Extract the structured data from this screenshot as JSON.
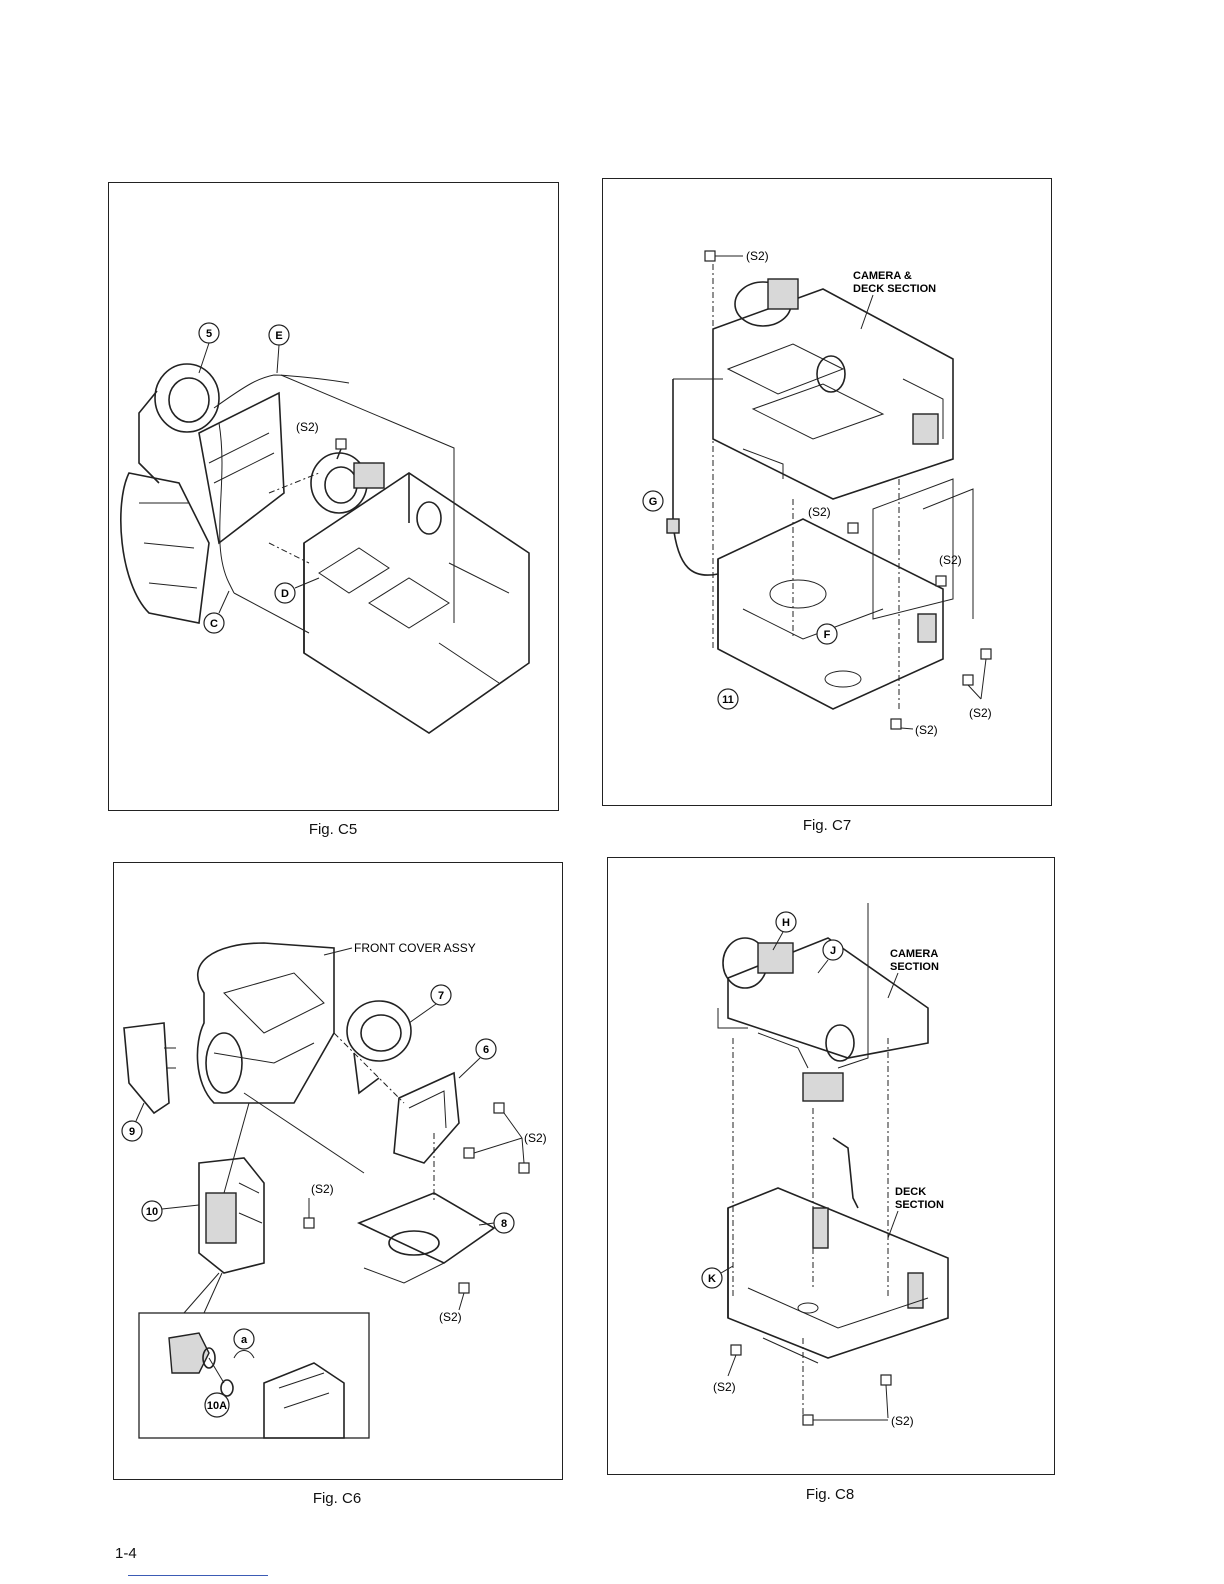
{
  "figures": {
    "c5": {
      "caption": "Fig. C5",
      "callouts": [
        "5",
        "E",
        "D",
        "C"
      ],
      "screw": "(S2)"
    },
    "c7": {
      "caption": "Fig. C7",
      "section_label_1": "CAMERA &",
      "section_label_2": "DECK SECTION",
      "callouts": [
        "G",
        "F",
        "11"
      ],
      "screw": "(S2)"
    },
    "c6": {
      "caption": "Fig. C6",
      "assy_label": "FRONT COVER ASSY",
      "callouts": [
        "7",
        "6",
        "9",
        "10",
        "8",
        "a",
        "10A"
      ],
      "screw": "(S2)"
    },
    "c8": {
      "caption": "Fig. C8",
      "camera_label_1": "CAMERA",
      "camera_label_2": "SECTION",
      "deck_label_1": "DECK",
      "deck_label_2": "SECTION",
      "callouts": [
        "H",
        "J",
        "K"
      ],
      "screw": "(S2)"
    }
  },
  "page_number": "1-4"
}
